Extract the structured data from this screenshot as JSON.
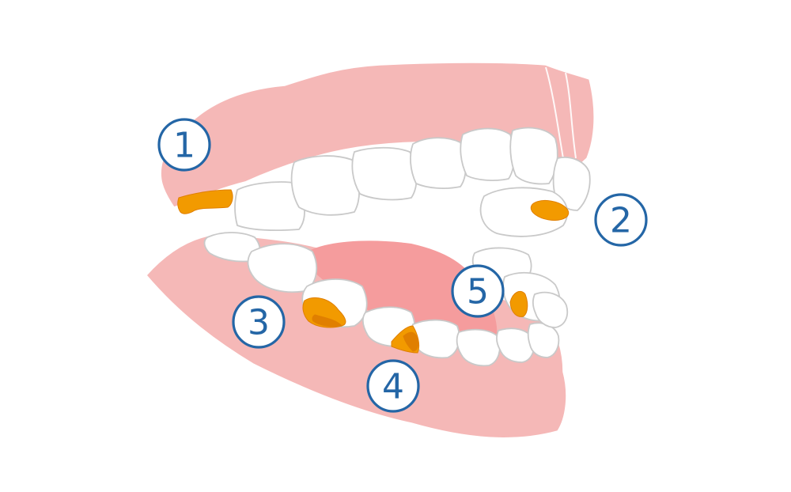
{
  "colors": {
    "gum": "#f5b8b7",
    "tongue": "#f59c9d",
    "tooth": "#ffffff",
    "tooth_outline": "#c9c9c9",
    "decay": "#f29a00",
    "decay_dark": "#e07f00",
    "badge": "#2466a6"
  },
  "markers": [
    {
      "label": "1"
    },
    {
      "label": "2"
    },
    {
      "label": "3"
    },
    {
      "label": "4"
    },
    {
      "label": "5"
    }
  ]
}
